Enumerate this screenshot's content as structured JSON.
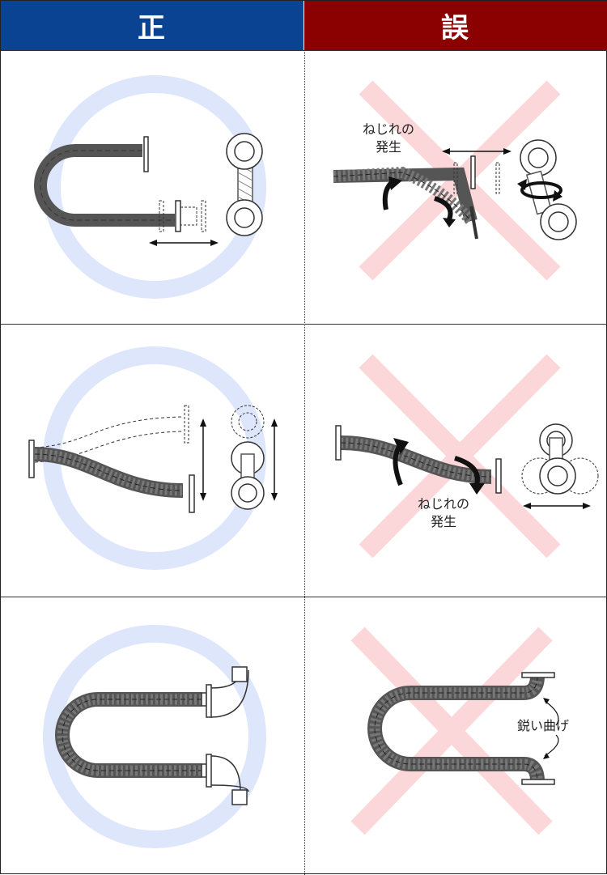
{
  "header": {
    "correct_label": "正",
    "wrong_label": "誤",
    "correct_color": "#0a4391",
    "wrong_color": "#8b0000"
  },
  "colors": {
    "circle_mark": "#dde6fb",
    "cross_mark": "#fbd7d9",
    "hose_outline": "#555555",
    "hose_fill": "#ffffff",
    "arrow": "#111111"
  },
  "rows": [
    {
      "correct_icon": "u-bend-hose-axial-movement",
      "wrong_icon": "twisted-hose-torsion",
      "wrong_label_lines": [
        "ねじれの",
        "発生"
      ]
    },
    {
      "correct_icon": "offset-hose-lateral-movement",
      "wrong_icon": "offset-hose-twisting",
      "wrong_label_lines": [
        "ねじれの",
        "発生"
      ]
    },
    {
      "correct_icon": "u-bend-hose-with-elbows",
      "wrong_icon": "u-bend-hose-sharp-bend",
      "wrong_label_lines": [
        "鋭い曲げ"
      ]
    }
  ]
}
